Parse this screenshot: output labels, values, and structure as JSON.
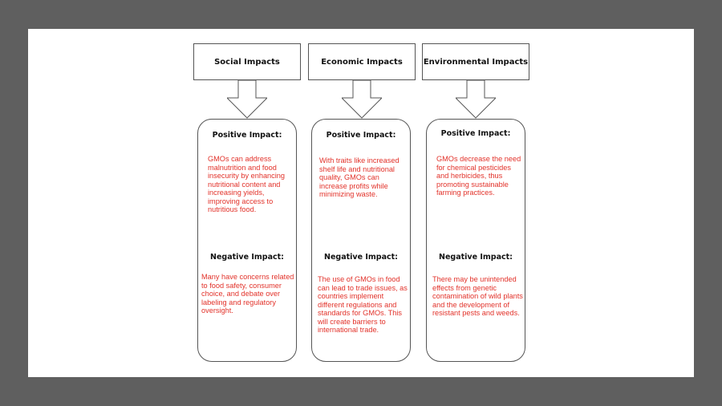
{
  "columns": [
    {
      "title": "Social Impacts",
      "positive_heading": "Positive Impact:",
      "positive_text": "GMOs can address malnutrition and food insecurity by enhancing nutritional content and increasing yields, improving access to nutritious food.",
      "negative_heading": "Negative Impact:",
      "negative_text": "Many have concerns related to food safety, consumer choice, and debate over labeling and regulatory oversight."
    },
    {
      "title": "Economic Impacts",
      "positive_heading": "Positive Impact:",
      "positive_text": "With traits like increased shelf life and nutritional quality, GMOs can increase profits while minimizing waste.",
      "negative_heading": "Negative Impact:",
      "negative_text": "The use of GMOs in food can lead to trade issues, as countries implement different regulations and standards for GMOs. This will create barriers to international trade."
    },
    {
      "title": "Environmental Impacts",
      "positive_heading": "Positive Impact:",
      "positive_text": "GMOs decrease the need for chemical pesticides and herbicides, thus promoting sustainable farming practices.",
      "negative_heading": "Negative Impact:",
      "negative_text": "There may be unintended effects from genetic contamination of wild plants and the development of resistant pests and weeds."
    }
  ],
  "colors": {
    "body_text": "#e2322a",
    "stroke": "#555555",
    "backdrop": "#5f5f5f"
  }
}
